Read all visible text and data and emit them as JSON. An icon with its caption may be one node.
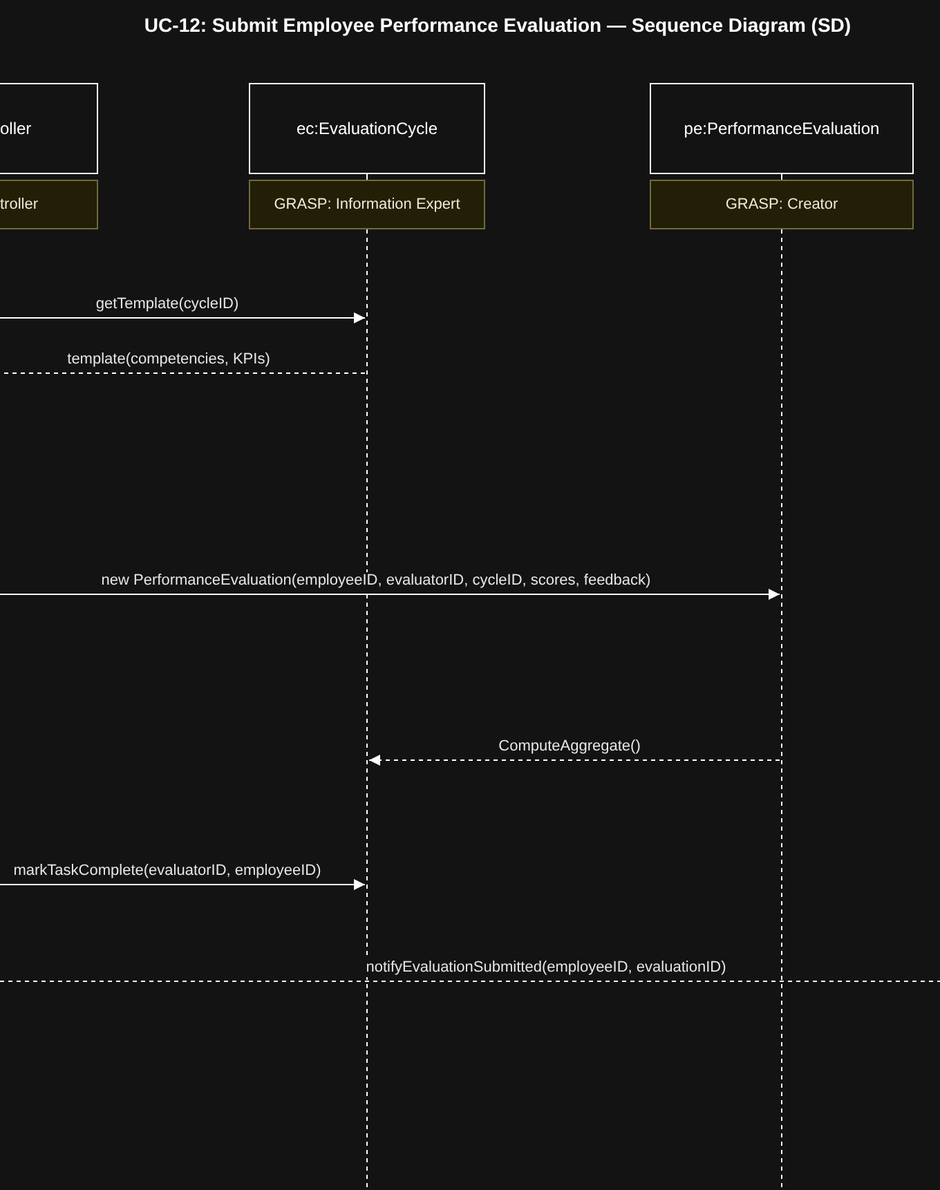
{
  "diagram": {
    "title": "UC-12: Submit Employee Performance Evaluation — Sequence Diagram (SD)",
    "nodes": [
      {
        "text": [
          "oller"
        ]
      },
      {
        "text": [
          "troller"
        ]
      },
      {
        "text": [
          "ec:EvaluationCycle"
        ]
      },
      {
        "text": [
          "GRASP: Information Expert"
        ]
      },
      {
        "text": [
          "pe:PerformanceEvaluation"
        ]
      },
      {
        "text": [
          "GRASP: Creator"
        ]
      },
      {
        "text": [],
        "shape": "line"
      },
      {
        "text": [],
        "shape": "line"
      }
    ],
    "edges": [
      {
        "from": null,
        "to": 6,
        "arrow": "to",
        "label": "getTemplate(cycleID)"
      },
      {
        "from": 6,
        "to": null,
        "arrow": "none",
        "label": "template(competencies, KPIs)",
        "style": "dashed"
      },
      {
        "from": null,
        "to": 7,
        "arrow": "to",
        "label": "new PerformanceEvaluation(employeeID, evaluatorID, cycleID, scores, feedback)"
      },
      {
        "from": 7,
        "to": 6,
        "arrow": "to",
        "label": "ComputeAggregate()",
        "style": "dashed"
      },
      {
        "from": null,
        "to": 6,
        "arrow": "to",
        "label": "markTaskComplete(evaluatorID, employeeID)"
      }
    ],
    "labels": [
      "notifyEvaluationSubmitted(employeeID, evaluationID)"
    ]
  }
}
